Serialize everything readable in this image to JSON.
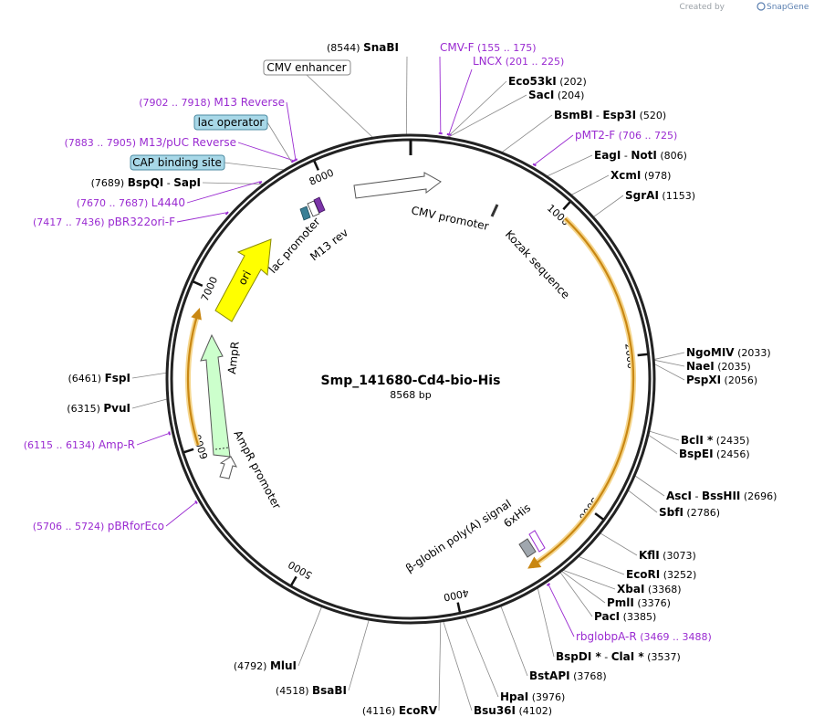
{
  "credit": {
    "prefix": "Created by",
    "brand": "SnapGene"
  },
  "plasmid": {
    "name": "Smp_141680-Cd4-bio-His",
    "size": "8568 bp",
    "length": 8568
  },
  "colors": {
    "primer": "#9a2bd1",
    "orf": "#e8a33a",
    "ori": "#ffff00",
    "ampr": "#ccffcc",
    "box": "#a8d8e8"
  },
  "ticks": [
    {
      "pos": 1000,
      "label": "1000"
    },
    {
      "pos": 2000,
      "label": "2000"
    },
    {
      "pos": 3000,
      "label": "3000"
    },
    {
      "pos": 4000,
      "label": "4000"
    },
    {
      "pos": 5000,
      "label": "5000"
    },
    {
      "pos": 6000,
      "label": "6000"
    },
    {
      "pos": 7000,
      "label": "7000"
    },
    {
      "pos": 8000,
      "label": "8000"
    }
  ],
  "enzymes": [
    {
      "id": "snabi",
      "name": "SnaBI",
      "num": "(8544)",
      "pos": 8544
    },
    {
      "id": "eco53ki",
      "name": "Eco53kI",
      "num": "(202)",
      "pos": 202
    },
    {
      "id": "saci",
      "name": "SacI",
      "num": "(204)",
      "pos": 204
    },
    {
      "id": "bsmbi",
      "name": "BsmBI",
      "name2": "Esp3I",
      "num": "(520)",
      "pos": 520
    },
    {
      "id": "eagi",
      "name": "EagI",
      "name2": "NotI",
      "num": "(806)",
      "pos": 806
    },
    {
      "id": "xcmi",
      "name": "XcmI",
      "num": "(978)",
      "pos": 978
    },
    {
      "id": "sgrai",
      "name": "SgrAI",
      "num": "(1153)",
      "pos": 1153
    },
    {
      "id": "ngomiv",
      "name": "NgoMIV",
      "num": "(2033)",
      "pos": 2033
    },
    {
      "id": "naei",
      "name": "NaeI",
      "num": "(2035)",
      "pos": 2035
    },
    {
      "id": "pspxi",
      "name": "PspXI",
      "num": "(2056)",
      "pos": 2056
    },
    {
      "id": "bcli",
      "name": "BclI *",
      "num": "(2435)",
      "pos": 2435
    },
    {
      "id": "bspei",
      "name": "BspEI",
      "num": "(2456)",
      "pos": 2456
    },
    {
      "id": "asci",
      "name": "AscI",
      "name2": "BssHII",
      "num": "(2696)",
      "pos": 2696
    },
    {
      "id": "sbfi",
      "name": "SbfI",
      "num": "(2786)",
      "pos": 2786
    },
    {
      "id": "kfli",
      "name": "KflI",
      "num": "(3073)",
      "pos": 3073
    },
    {
      "id": "ecori",
      "name": "EcoRI",
      "num": "(3252)",
      "pos": 3252
    },
    {
      "id": "xbai",
      "name": "XbaI",
      "num": "(3368)",
      "pos": 3368
    },
    {
      "id": "pmli",
      "name": "PmlI",
      "num": "(3376)",
      "pos": 3376
    },
    {
      "id": "paci",
      "name": "PacI",
      "num": "(3385)",
      "pos": 3385
    },
    {
      "id": "bspdi",
      "name": "BspDI *",
      "name2": "ClaI *",
      "num": "(3537)",
      "pos": 3537
    },
    {
      "id": "bstapi",
      "name": "BstAPI",
      "num": "(3768)",
      "pos": 3768
    },
    {
      "id": "hpai",
      "name": "HpaI",
      "num": "(3976)",
      "pos": 3976
    },
    {
      "id": "bsu36i",
      "name": "Bsu36I",
      "num": "(4102)",
      "pos": 4102
    },
    {
      "id": "ecorv",
      "name": "EcoRV",
      "num": "(4116)",
      "pos": 4116
    },
    {
      "id": "bsabi",
      "name": "BsaBI",
      "num": "(4518)",
      "pos": 4518
    },
    {
      "id": "mlui",
      "name": "MluI",
      "num": "(4792)",
      "pos": 4792
    },
    {
      "id": "pvui",
      "name": "PvuI",
      "num": "(6315)",
      "pos": 6315
    },
    {
      "id": "fspi",
      "name": "FspI",
      "num": "(6461)",
      "pos": 6461
    },
    {
      "id": "bspqi",
      "name": "BspQI",
      "name2": "SapI",
      "num": "(7689)",
      "pos": 7689
    }
  ],
  "primers": [
    {
      "id": "cmv-f",
      "name": "CMV-F",
      "range": "(155 .. 175)",
      "start": 155,
      "end": 175
    },
    {
      "id": "lncx",
      "name": "LNCX",
      "range": "(201 .. 225)",
      "start": 201,
      "end": 225
    },
    {
      "id": "pmt2-f",
      "name": "pMT2-F",
      "range": "(706 .. 725)",
      "start": 706,
      "end": 725
    },
    {
      "id": "rbglobpa-r",
      "name": "rbglobpA-R",
      "range": "(3469 .. 3488)",
      "start": 3469,
      "end": 3488
    },
    {
      "id": "pbrforeco",
      "name": "pBRforEco",
      "range": "(5706 .. 5724)",
      "start": 5706,
      "end": 5724
    },
    {
      "id": "amp-r",
      "name": "Amp-R",
      "range": "(6115 .. 6134)",
      "start": 6115,
      "end": 6134
    },
    {
      "id": "pbr322ori-f",
      "name": "pBR322ori-F",
      "range": "(7417 .. 7436)",
      "start": 7417,
      "end": 7436
    },
    {
      "id": "l4440",
      "name": "L4440",
      "range": "(7670 .. 7687)",
      "start": 7670,
      "end": 7687
    },
    {
      "id": "m13-puc-reverse",
      "name": "M13/pUC Reverse",
      "range": "(7883 .. 7905)",
      "start": 7883,
      "end": 7905
    },
    {
      "id": "m13-reverse",
      "name": "M13 Reverse",
      "range": "(7902 .. 7918)",
      "start": 7902,
      "end": 7918
    }
  ],
  "boxed_features": [
    {
      "id": "cmv-enhancer",
      "name": "CMV enhancer"
    },
    {
      "id": "lac-operator",
      "name": "lac operator"
    },
    {
      "id": "cap-binding-site",
      "name": "CAP binding site"
    }
  ],
  "features": {
    "cmv_promoter": "CMV promoter",
    "kozak": "Kozak sequence",
    "his6": "6xHis",
    "beta_globin": "β-globin poly(A) signal",
    "ori": "ori",
    "ampr": "AmpR",
    "ampr_promoter": "AmpR promoter",
    "lac_promoter": "lac promoter",
    "m13_rev": "M13 rev"
  }
}
